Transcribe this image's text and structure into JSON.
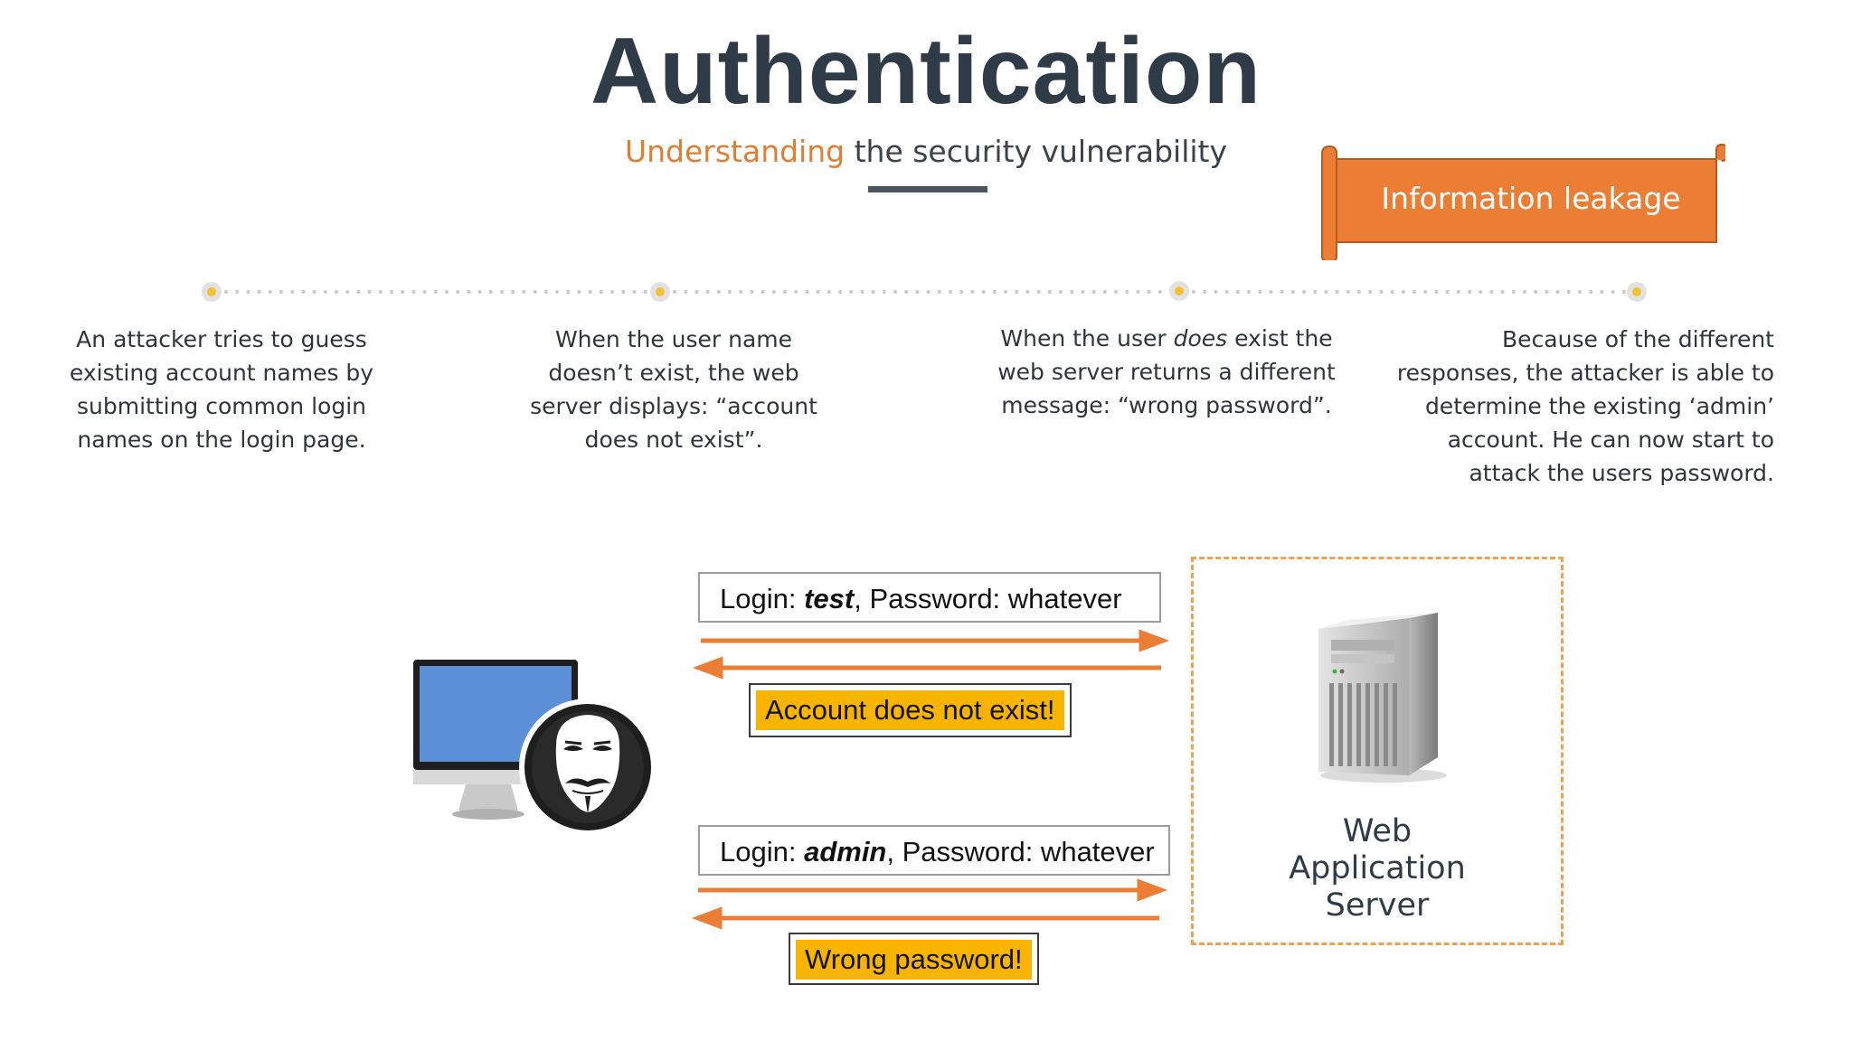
{
  "header": {
    "title": "Authentication",
    "subtitle_highlight": "Understanding",
    "subtitle_rest": " the security vulnerability"
  },
  "banner": {
    "label": "Information leakage"
  },
  "steps": [
    {
      "text_lines": [
        "An attacker tries to guess",
        "existing account names by",
        "submitting common login",
        "names on the login page."
      ]
    },
    {
      "text_lines": [
        "When the user name",
        "doesn’t exist, the web",
        "server displays: “account",
        "does not exist”."
      ]
    },
    {
      "line1_pre": "When the user ",
      "line1_em": "does",
      "line1_post": " exist the",
      "text_lines": [
        "web server returns a different",
        "message: “wrong password”."
      ]
    },
    {
      "text_lines": [
        "Because of the different",
        "responses, the attacker is able to",
        "determine the existing ‘admin’",
        "account. He can now start to",
        "attack the users password."
      ]
    }
  ],
  "diagram": {
    "request1": {
      "prefix": "Login: ",
      "user": "test",
      "suffix": ", Password: whatever"
    },
    "response1": "Account does not exist!",
    "request2": {
      "prefix": "Login: ",
      "user": "admin",
      "suffix": ", Password: whatever"
    },
    "response2": "Wrong password!",
    "server_label": [
      "Web",
      "Application",
      "Server"
    ]
  },
  "colors": {
    "accent": "#e47d31",
    "banner": "#ec7d35",
    "highlight": "#f9b400",
    "timeline_dot": "#f4c133",
    "title": "#2f3c47"
  }
}
